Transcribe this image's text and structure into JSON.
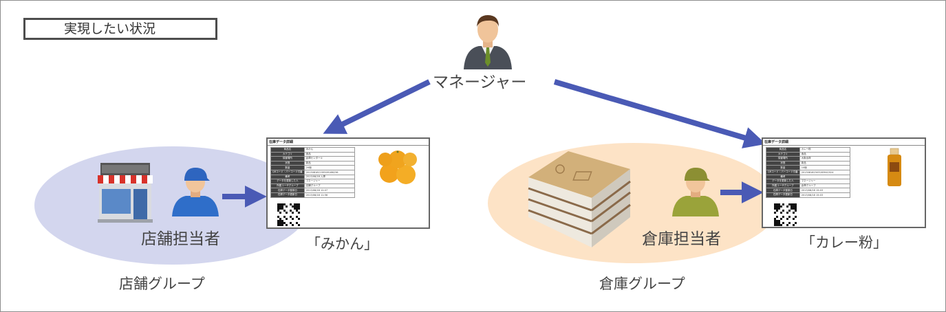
{
  "title": "実現したい状況",
  "manager": {
    "label": "マネージャー",
    "icon": "manager-person-icon"
  },
  "store_group": {
    "label": "店舗グループ",
    "member_label": "店舗担当者",
    "color": "#d3d6ee"
  },
  "warehouse_group": {
    "label": "倉庫グループ",
    "member_label": "倉庫担当者",
    "color": "#fde3c6"
  },
  "arrow_color": "#4a5ab5",
  "cards": [
    {
      "caption": "「みかん」",
      "header": "在庫データ詳細",
      "rows": [
        {
          "k": "商品名",
          "v": "みかん"
        },
        {
          "k": "カテゴリ",
          "v": "食品"
        },
        {
          "k": "保管場所",
          "v": "倉庫センター①"
        },
        {
          "k": "状態",
          "v": "新品"
        },
        {
          "k": "数量",
          "v": "20個"
        },
        {
          "k": "QRコード・バーコード付番",
          "v": "201308181159509188236"
        },
        {
          "k": "備考",
          "v": "2013/08/18 入庫"
        },
        {
          "k": "データを更新した人",
          "v": "マネージャー"
        },
        {
          "k": "所属ユーザグループ",
          "v": "店舗グループ"
        },
        {
          "k": "在庫データ登録日",
          "v": "2013/08/18 12:07"
        },
        {
          "k": "在庫データ更新日",
          "v": "2013/08/18 11:56"
        }
      ]
    },
    {
      "caption": "「カレー粉」",
      "header": "在庫データ詳細",
      "rows": [
        {
          "k": "商品名",
          "v": "カレー粉"
        },
        {
          "k": "カテゴリ",
          "v": "食品"
        },
        {
          "k": "保管場所",
          "v": "大阪出荷"
        },
        {
          "k": "状態",
          "v": "新品"
        },
        {
          "k": "数量",
          "v": "10個"
        },
        {
          "k": "QRコード・バーコード付番",
          "v": "201308181503283941924"
        },
        {
          "k": "備考",
          "v": ""
        },
        {
          "k": "データを更新した人",
          "v": "マネージャー"
        },
        {
          "k": "所属ユーザグループ",
          "v": "倉庫グループ"
        },
        {
          "k": "在庫データ登録日",
          "v": "2013/08/18 15:03"
        },
        {
          "k": "在庫データ更新日",
          "v": "2013/08/18 15:03"
        }
      ]
    }
  ]
}
